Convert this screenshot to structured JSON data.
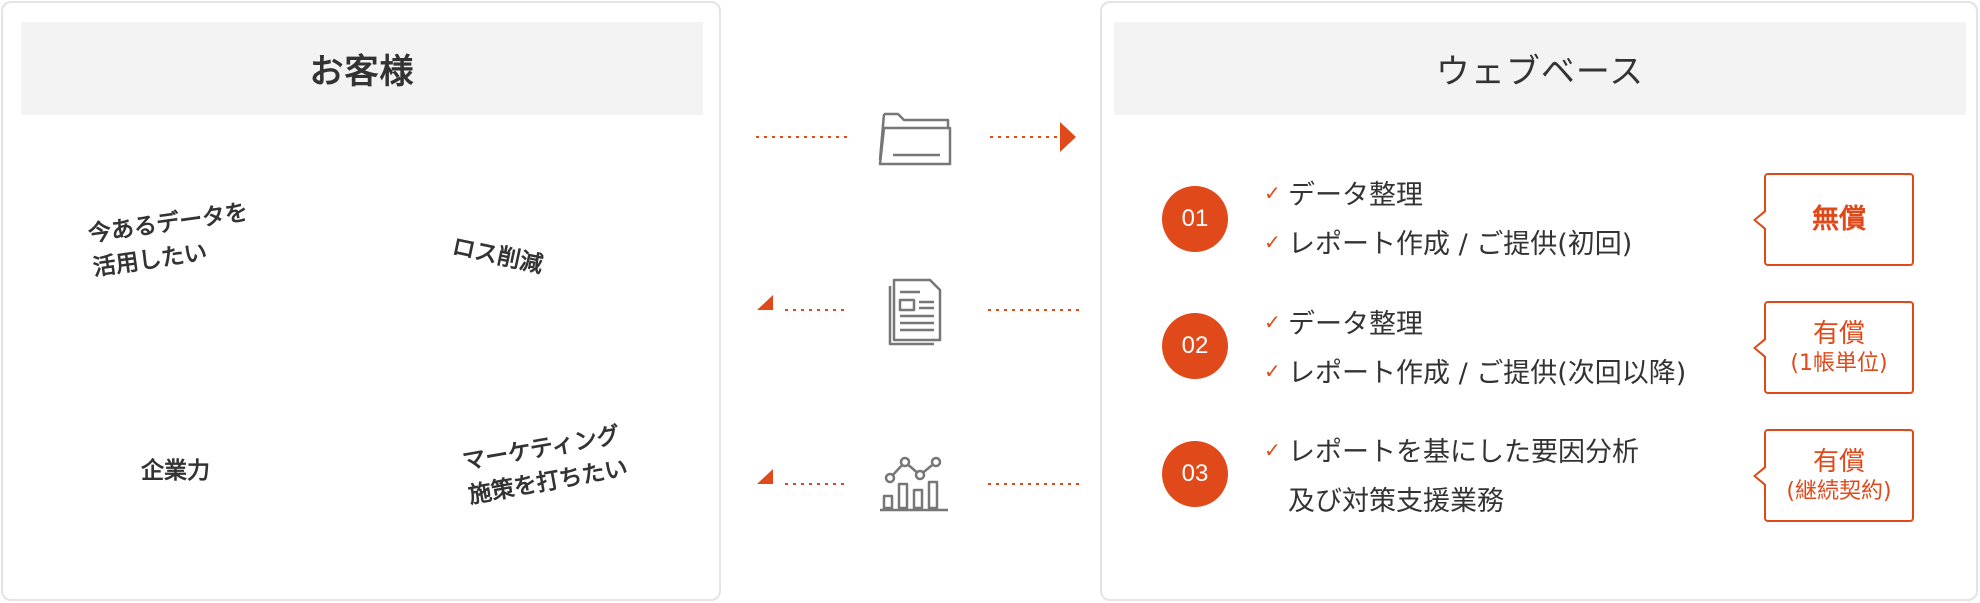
{
  "colors": {
    "accent": "#e04a1a",
    "header_bg": "#f3f3f3",
    "border": "#e4e4e4",
    "icon_gray": "#777777"
  },
  "left_panel": {
    "title": "お客様",
    "bubbles": [
      {
        "lines": [
          "今あるデータを",
          "活用したい"
        ]
      },
      {
        "lines": [
          "ロス削減"
        ]
      },
      {
        "lines": [
          "企業力"
        ]
      },
      {
        "lines": [
          "マーケティング",
          "施策を打ちたい"
        ]
      }
    ],
    "person_icon": "person-at-laptop-icon"
  },
  "flow": [
    {
      "icon": "folder-icon",
      "direction": "right"
    },
    {
      "icon": "document-report-icon",
      "direction": "left"
    },
    {
      "icon": "chart-analytics-icon",
      "direction": "left"
    }
  ],
  "right_panel": {
    "title": "ウェブベース",
    "steps": [
      {
        "number": "01",
        "lines": [
          "データ整理",
          "レポート作成 / ご提供(初回)"
        ],
        "tag_main": "無償",
        "tag_sub": ""
      },
      {
        "number": "02",
        "lines": [
          "データ整理",
          "レポート作成 / ご提供(次回以降)"
        ],
        "tag_main": "有償",
        "tag_sub": "(1帳単位)"
      },
      {
        "number": "03",
        "lines": [
          "レポートを基にした要因分析",
          "及び対策支援業務"
        ],
        "tag_main": "有償",
        "tag_sub": "(継続契約)"
      }
    ]
  }
}
